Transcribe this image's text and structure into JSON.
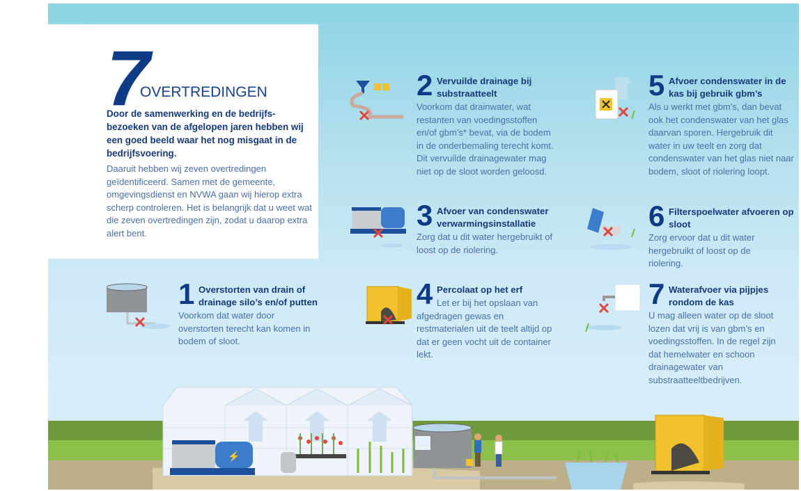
{
  "intro": {
    "number": "7",
    "heading": "OVERTREDINGEN",
    "lead": "Door de samenwerking en de bedrijfs-bezoeken van de afgelopen jaren hebben wij een goed beeld waar het nog misgaat in de bedrijfsvoering.",
    "body": "Daaruit hebben wij zeven overtredingen geïdentificeerd. Samen met de gemeente, omgevingsdienst en NVWA gaan wij hierop extra scherp controleren. Het is belangrijk dat u weet wat die zeven overtredingen zijn, zodat u daarop extra alert bent."
  },
  "items": [
    {
      "number": "1",
      "title": "Overstorten van drain of drainage silo’s en/of putten",
      "text": "Voorkom dat water door overstorten terecht kan komen in bodem of sloot.",
      "icon": "silo-icon"
    },
    {
      "number": "2",
      "title": "Vervuilde drainage bij substraatteelt",
      "text": "Voorkom dat drainwater, wat restanten van voedingsstoffen en/of gbm’s* bevat, via de bodem in de onderbemaling terecht komt. Dit vervuilde drainagewater mag niet op de sloot worden geloosd.",
      "icon": "drain-funnel-icon"
    },
    {
      "number": "3",
      "title": "Afvoer van condenswater verwarmingsinstallatie",
      "text": "Zorg dat u dit water hergebruikt of loost op de riolering.",
      "icon": "heating-installation-icon"
    },
    {
      "number": "4",
      "title": "Percolaat op het erf",
      "text": "Let er bij het opslaan van afgedragen gewas en restmaterialen uit de teelt altijd op dat er geen vocht uit de container lekt.",
      "icon": "container-icon"
    },
    {
      "number": "5",
      "title": "Afvoer condenswater in de kas bij gebruik gbm’s",
      "text": "Als u werkt met gbm’s, dan bevat ook het condenswater van het glas daarvan sporen. Hergebruik dit water in uw teelt en zorg dat condenswater van het glas niet naar bodem, sloot of riolering loopt.",
      "icon": "chemical-can-icon"
    },
    {
      "number": "6",
      "title": "Filterspoelwater afvoeren op sloot",
      "text": "Zorg ervoor dat u dit water hergebruikt of loost op de riolering.",
      "icon": "filter-icon"
    },
    {
      "number": "7",
      "title": "Waterafvoer via pijpjes rondom de kas",
      "text": "U mag alleen water op de sloot lozen dat vrij is van gbm’s en voedingsstoffen. In de regel zijn dat hemelwater en schoon drainagewater van substraatteeltbedrijven.",
      "icon": "pipe-icon"
    }
  ],
  "colors": {
    "navy": "#0f3a86",
    "text": "#4a6fa6",
    "cross": "#e0463f",
    "container": "#f2c12e"
  }
}
